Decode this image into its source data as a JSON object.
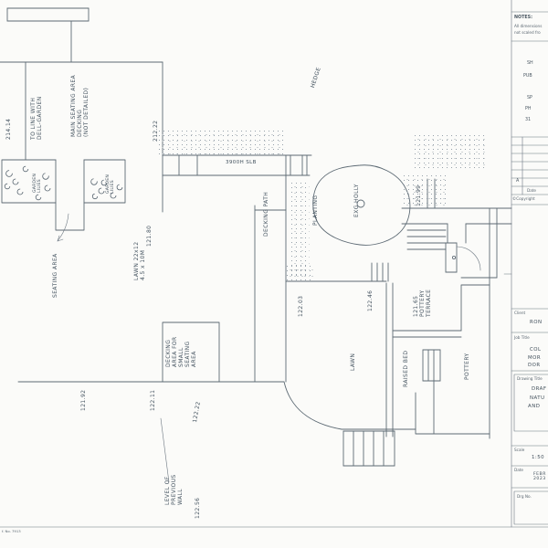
{
  "sheet": {
    "footer_ref": "f. No. 7913",
    "ink_color": "#42515e",
    "line_color": "#5d6a74"
  },
  "plan": {
    "labels": {
      "dim_214_14": "214.14",
      "to_line": "TO LINE WITH\nDELL-GARDEN",
      "main_seating": "MAIN SEATING AREA\nDECKING\n(NOT DETAILED)",
      "garden_lilies_left": "GARDEN\nLILIES",
      "garden_lilies_right": "GARDEN\nLILIES",
      "dim_212_22": "212.22",
      "hedge": "HEDGE",
      "wall_label": "3900H SLB",
      "dim_121_80": "121.80",
      "decking_path": "DECKING PATH",
      "planting": "PLANTING",
      "exg_holly": "EXG HOLLY",
      "dim_121_99": "121.99",
      "seating_area": "SEATING AREA",
      "lawn_size": "LAWN 22x12\n4.5 x 10M",
      "dim_122_03": "122.03",
      "dim_122_46": "122.46",
      "pottery_terrace": "121.65\nPOTTERY\nTERRACE",
      "lawn": "LAWN",
      "raised_bed": "RAISED BED",
      "pottery": "POTTERY",
      "decking_small": "DECKING\nAREA FOR\nSMALL\nSEATING\nAREA",
      "dim_121_92": "121.92",
      "dim_122_11": "122.11",
      "dim_122_22": "122.22",
      "level_wall": "LEVEL OF\nPREVIOUS\nWALL",
      "dim_122_56": "122.56"
    }
  },
  "titleblock": {
    "notes_title": "NOTES:",
    "notes_line1": "All dimensions",
    "notes_line2": "not scaled fro",
    "firm_lines": [
      "SH",
      "PUB",
      "SP",
      "PH",
      "31"
    ],
    "rev_letter": "A",
    "rev_date_label": "Date",
    "copyright": "©Copyright",
    "client_label": "Client",
    "client_value": "RON",
    "job_title_label": "Job Title",
    "job_title_lines": [
      "COL",
      "MOR",
      "DOR"
    ],
    "drawing_title_label": "Drawing Title",
    "drawing_title_lines": [
      "DRAF",
      "NATU",
      "AND"
    ],
    "scale_label": "Scale",
    "scale_value": "1:50",
    "date_label": "Date",
    "date_value": "FEBR\n2023",
    "drg_no_label": "Drg No."
  }
}
